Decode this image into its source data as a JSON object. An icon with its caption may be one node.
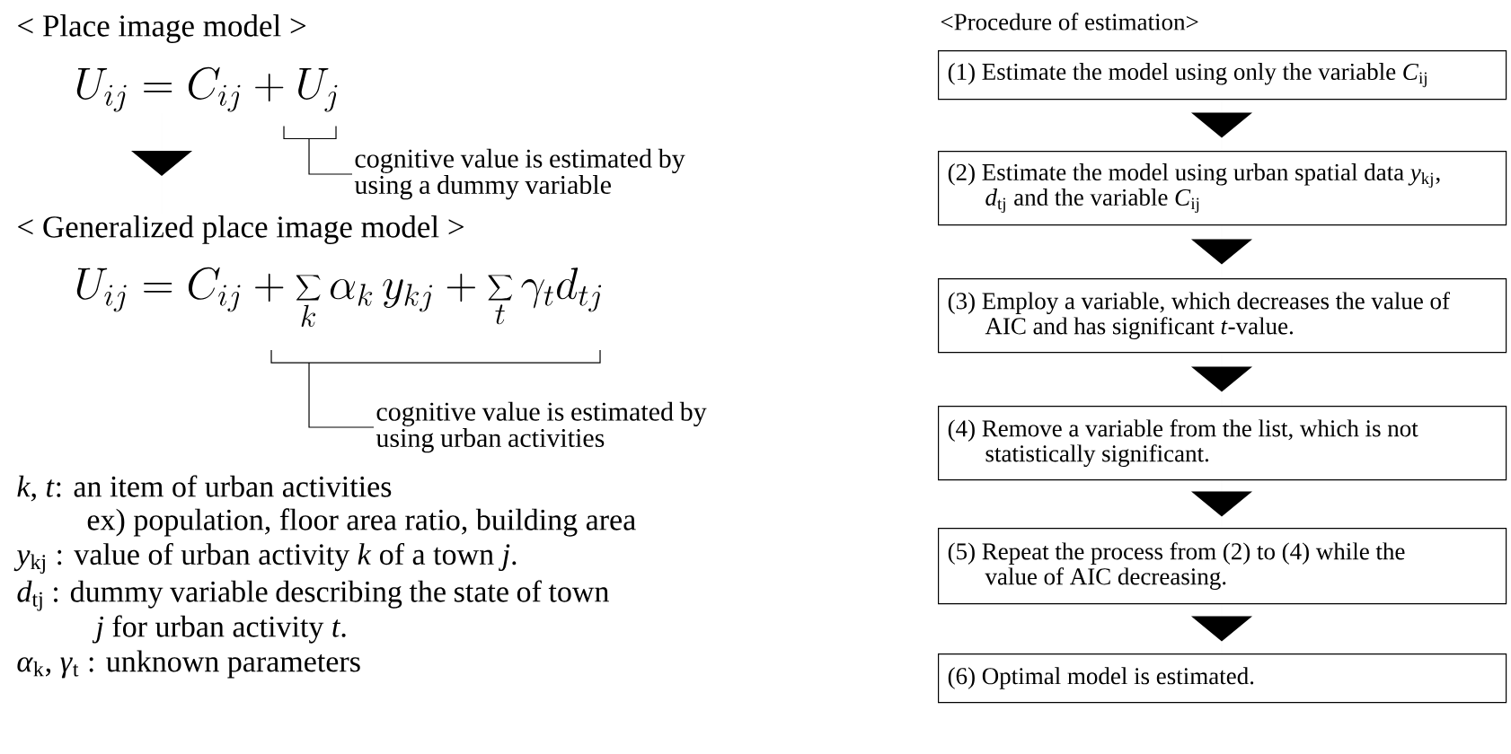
{
  "diagram": {
    "title": "<Procedure of estimation>",
    "nodes": [
      {
        "text": [
          "< Place image model >"
        ]
      },
      {
        "text": [
          "U_{ij} = C_{ij} + U_{j}"
        ]
      },
      {
        "text": [
          "cognitive value is estimated by using a dummy variable"
        ]
      },
      {
        "text": [
          "< Generalized place image model >"
        ]
      },
      {
        "text": [
          "U_{ij} = C_{ij} + \\sum_{k} \\alpha_{k}\\, y_{kj} + \\sum_{t} \\gamma_{t} d_{tj}"
        ]
      },
      {
        "text": [
          "cognitive value is estimated by using urban activities"
        ]
      },
      {
        "text": [
          "(1) Estimate the model using only the variable *C*$_{ij}$"
        ]
      },
      {
        "text": [
          "(2) Estimate the model using urban spatial data *y*$_{kj}$, *d*$_{tj}$ and the variable *C*$_{ij}$"
        ]
      },
      {
        "text": [
          "(3) Employ a variable, which decreases the value of AIC and has significant *t*-value."
        ]
      },
      {
        "text": [
          "(4) Remove a variable from the list, which is not statistically significant."
        ]
      },
      {
        "text": [
          "(5) Repeat the process from (2) to (4) while the value of AIC decreasing."
        ]
      },
      {
        "text": [
          "(6) Optimal model is estimated."
        ]
      }
    ],
    "edges": [
      {
        "from": 1,
        "to": 3,
        "arrow": "to"
      },
      {
        "from": 2,
        "to": 1,
        "arrow": "none"
      },
      {
        "from": 5,
        "to": 4,
        "arrow": "none"
      },
      {
        "from": 6,
        "to": 7,
        "arrow": "to"
      },
      {
        "from": 7,
        "to": 8,
        "arrow": "to"
      },
      {
        "from": 8,
        "to": 9,
        "arrow": "to"
      },
      {
        "from": 9,
        "to": 10,
        "arrow": "to"
      },
      {
        "from": 10,
        "to": 11,
        "arrow": "to"
      }
    ],
    "labels": [
      "*k*, *t*:  an item of urban activities",
      "ex) population, floor area ratio, building area",
      "*y*$_{kj}$ : value of urban activity *k* of a town *j*.",
      "*d*$_{tj}$ : dummy variable describing the state of town *j* for urban activity *t*.",
      "*α*$_{k}$, *γ*$_{t}$ : unknown parameters"
    ]
  }
}
